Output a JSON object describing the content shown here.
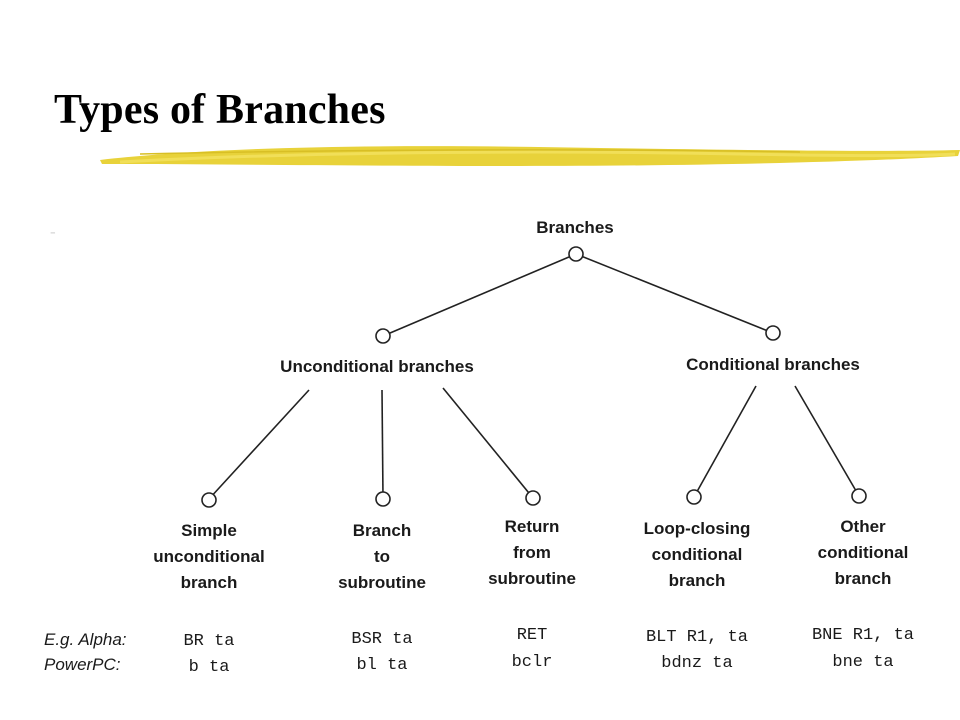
{
  "slide": {
    "title": "Types of Branches",
    "underline_color": "#e8d23a"
  },
  "diagram": {
    "root": "Branches",
    "unconditional": "Unconditional branches",
    "conditional": "Conditional branches",
    "leaves": [
      {
        "line1": "Simple",
        "line2": "unconditional",
        "line3": "branch",
        "alpha": "BR ta",
        "powerpc": "b ta"
      },
      {
        "line1": "Branch",
        "line2": "to",
        "line3": "subroutine",
        "alpha": "BSR ta",
        "powerpc": "bl ta"
      },
      {
        "line1": "Return",
        "line2": "from",
        "line3": "subroutine",
        "alpha": "RET",
        "powerpc": "bclr"
      },
      {
        "line1": "Loop-closing",
        "line2": "conditional",
        "line3": "branch",
        "alpha": "BLT R1, ta",
        "powerpc": "bdnz ta"
      },
      {
        "line1": "Other",
        "line2": "conditional",
        "line3": "branch",
        "alpha": "BNE R1, ta",
        "powerpc": "bne ta"
      }
    ],
    "row_labels": {
      "alpha": "E.g. Alpha:",
      "powerpc": "PowerPC:"
    }
  }
}
